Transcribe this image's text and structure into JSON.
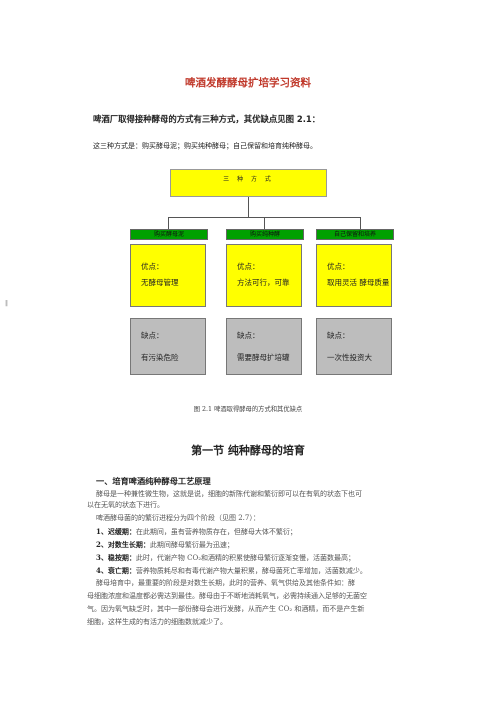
{
  "title": "啤酒发酵酵母扩培学习资料",
  "intro": {
    "line1": "啤酒厂取得接种酵母的方式有三种方式，其优缺点见图 2.1：",
    "line2": "这三种方式是：购买酵母泥；购买纯种酵母；自己保留和培育纯种酵母。"
  },
  "diagram": {
    "top": "三 种 方 式",
    "columns": [
      {
        "header": "购买酵母泥",
        "pros_label": "优点：",
        "pros": "无酵母管理",
        "cons_label": "缺点：",
        "cons": "有污染危险"
      },
      {
        "header": "购买纯种酵",
        "pros_label": "优点：",
        "pros": "方法可行，可靠",
        "cons_label": "缺点：",
        "cons": "需要酵母扩培罐"
      },
      {
        "header": "自己保留和培养",
        "pros_label": "优点：",
        "pros": "取用灵活  酵母质量",
        "cons_label": "缺点：",
        "cons": "一次性投资大"
      }
    ]
  },
  "caption": "图 2.1    啤酒取得酵母的方式和其优缺点",
  "section_title": "第一节      纯种酵母的培育",
  "subheading": "一、培育啤酒纯种酵母工艺原理",
  "paragraphs": {
    "p1a": "酵母是一种兼性微生物，这就是说，细胞的新陈代谢和繁衍即可以在有氧的状态下也可",
    "p1b": "以在无氧的状态下进行。",
    "p2": "啤酒酵母菌的的繁衍进程分为四个阶段（见图 2.7）：",
    "s1_label": "1、迟缓期：",
    "s1_text": "在此期间，虽有营养物质存在，但酵母大体不繁衍；",
    "s2_label": "2、对数生长期：",
    "s2_text": "此期间酵母繁衍最为迅速；",
    "s3_label": "3、稳按期：",
    "s3_text": "此时，代谢产物 CO₂和酒精的积累使酵母繁衍逐渐变慢，活菌数最高；",
    "s4_label": "4、衰亡期：",
    "s4_text": "营养物质耗尽和有毒代谢产物大量积累，酵母菌死亡率增加，活菌数减少。",
    "p3a": "酵母培育中，最重要的阶段是对数生长期，此时的营养、氧气供给及其他条件如：酵",
    "p3b": "母细胞浓度和温度都必需达到最佳。酵母由于不断地消耗氧气，必需持续通入足够的无菌空",
    "p3c": "气。因为氧气缺乏时，其中一部份酵母会进行发酵，从而产生  CO₂ 和酒精，而不是产生新",
    "p3d": "细胞，这样生成的有活力的细胞数就减少了。"
  }
}
